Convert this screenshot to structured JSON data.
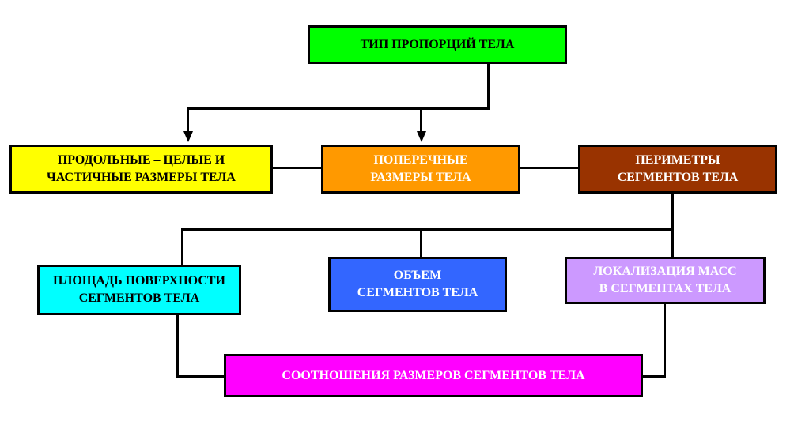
{
  "nodes": {
    "body_proportions": {
      "label": "ТИП ПРОПОРЦИЙ ТЕЛА",
      "fill": "#00ff00",
      "text_color": "#000000"
    },
    "longitudinal": {
      "label": "ПРОДОЛЬНЫЕ – ЦЕЛЫЕ И\nЧАСТИЧНЫЕ РАЗМЕРЫ ТЕЛА",
      "fill": "#ffff00",
      "text_color": "#000000"
    },
    "transverse": {
      "label": "ПОПЕРЕЧНЫЕ\nРАЗМЕРЫ ТЕЛА",
      "fill": "#ff9900",
      "text_color": "#ffffff"
    },
    "perimeters": {
      "label": "ПЕРИМЕТРЫ\nСЕГМЕНТОВ ТЕЛА",
      "fill": "#993300",
      "text_color": "#ffffff"
    },
    "surface_area": {
      "label": "ПЛОЩАДЬ ПОВЕРХНОСТИ\nСЕГМЕНТОВ ТЕЛА",
      "fill": "#00ffff",
      "text_color": "#000000"
    },
    "volume": {
      "label": "ОБЪЕМ\nСЕГМЕНТОВ ТЕЛА",
      "fill": "#3366ff",
      "text_color": "#ffffff"
    },
    "mass_localization": {
      "label": "ЛОКАЛИЗАЦИЯ МАСС\nВ СЕГМЕНТАХ ТЕЛА",
      "fill": "#cc99ff",
      "text_color": "#ffffff"
    },
    "segment_ratios": {
      "label": "СООТНОШЕНИЯ РАЗМЕРОВ СЕГМЕНТОВ ТЕЛА",
      "fill": "#ff00ff",
      "text_color": "#ffffff"
    }
  },
  "edges": [
    {
      "from": "body_proportions",
      "to": "longitudinal",
      "arrow": true
    },
    {
      "from": "body_proportions",
      "to": "transverse",
      "arrow": true
    },
    {
      "from": "longitudinal",
      "to": "transverse",
      "arrow": false
    },
    {
      "from": "transverse",
      "to": "perimeters",
      "arrow": false
    },
    {
      "from": "perimeters",
      "to": "surface_area",
      "arrow": false
    },
    {
      "from": "perimeters",
      "to": "volume",
      "arrow": false
    },
    {
      "from": "perimeters",
      "to": "mass_localization",
      "arrow": false
    },
    {
      "from": "surface_area",
      "to": "segment_ratios",
      "arrow": false
    },
    {
      "from": "mass_localization",
      "to": "segment_ratios",
      "arrow": false
    }
  ]
}
